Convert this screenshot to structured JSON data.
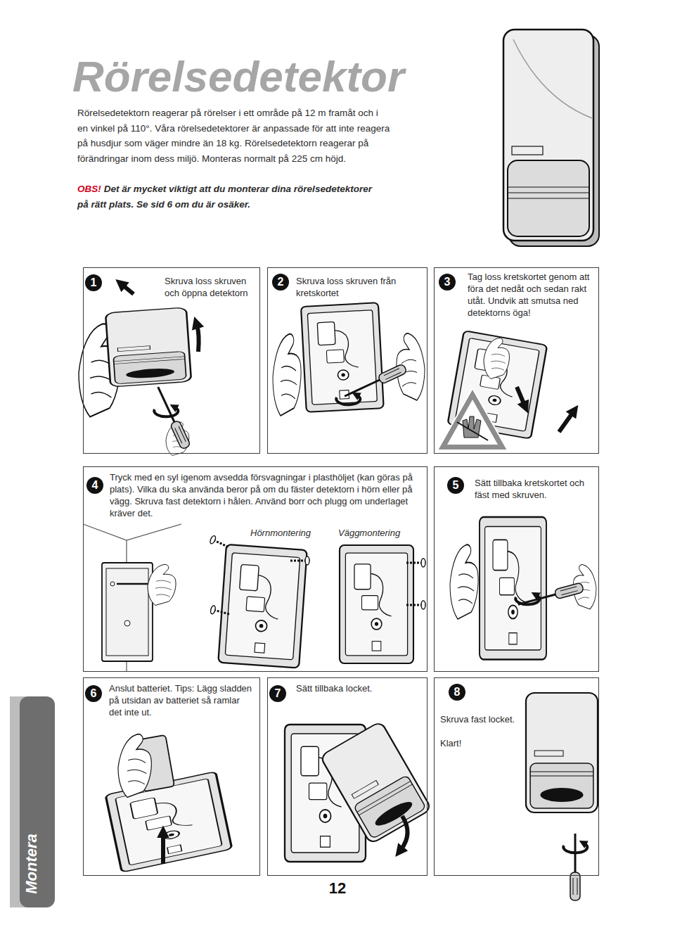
{
  "diagram": {
    "title": "Rörelsedetektor",
    "nodes": [
      {
        "text": [
          "1",
          "Skruva loss skruven och öppna detektorn"
        ]
      },
      {
        "text": [
          "2",
          "Skruva loss skruven från kretskortet"
        ]
      },
      {
        "text": [
          "3",
          "Tag loss kretskortet genom att föra det nedåt och sedan rakt utåt. Undvik att smutsa ned detektorns öga!"
        ]
      },
      {
        "text": [
          "4",
          "Tryck med en syl igenom avsedda försvagningar i plasthöljet (kan göras på plats). Vilka du ska använda beror på om du fäster detektorn i hörn eller på vägg. Skruva fast detektorn i hålen. Använd borr och plugg om underlaget kräver det.",
          "Hörnmontering",
          "Väggmontering"
        ]
      },
      {
        "text": [
          "5",
          "Sätt tillbaka kretskortet och fäst med skruven."
        ]
      },
      {
        "text": [
          "6",
          "Anslut batteriet. Tips: Lägg sladden på utsidan av batteriet så ramlar det inte ut."
        ]
      },
      {
        "text": [
          "7",
          "Sätt tillbaka locket."
        ]
      },
      {
        "text": [
          "8",
          "Skruva fast locket.",
          "Klart!"
        ]
      }
    ],
    "labels": [
      "Rörelsedetektorn reagerar på rörelser i ett område på 12 m framåt och i en vinkel på 110°. Våra rörelsedetektorer är anpassade för att inte reagera på husdjur som väger mindre än 18 kg. Rörelsedetektorn reagerar på förändringar inom dess miljö. Monteras normalt på 225 cm höjd.",
      "OBS!",
      "Det är mycket viktigt att du monterar dina rörelsedetektorer på rätt plats. Se sid 6 om du är osäker.",
      "12",
      "Montera"
    ]
  }
}
